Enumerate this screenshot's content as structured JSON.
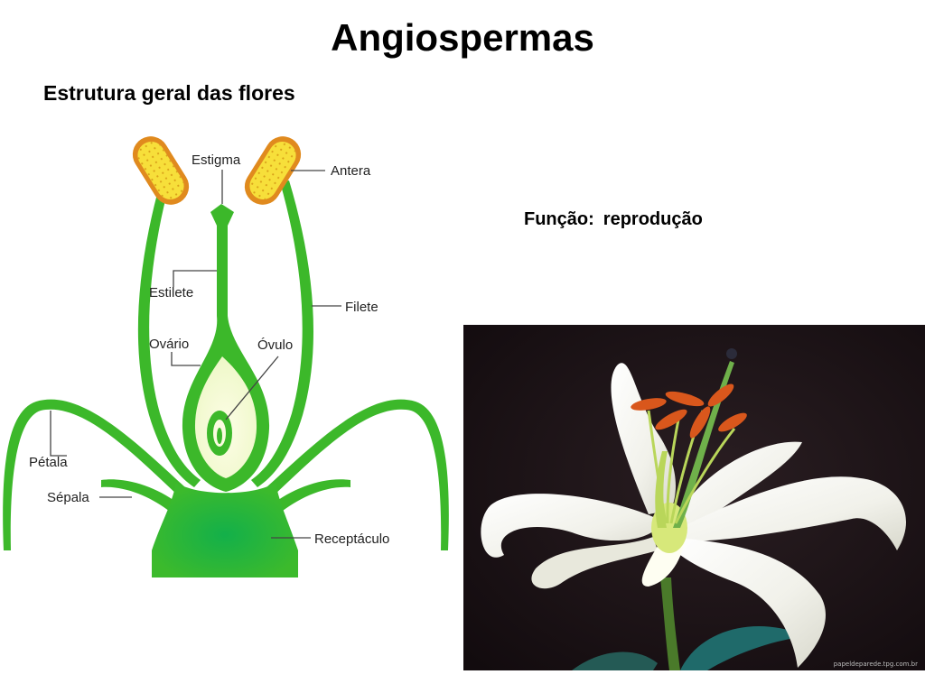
{
  "slide": {
    "title": "Angiospermas",
    "subtitle": "Estrutura geral das flores",
    "function_label": "Função:",
    "function_value": "reprodução"
  },
  "diagram": {
    "labels": {
      "estigma": "Estigma",
      "antera": "Antera",
      "estilete": "Estilete",
      "filete": "Filete",
      "ovario": "Ovário",
      "ovulo": "Óvulo",
      "petala": "Pétala",
      "sepala": "Sépala",
      "receptaculo": "Receptáculo"
    },
    "colors": {
      "green": "#2ca02c",
      "green_light": "#7fd848",
      "anther_fill": "#f7df3a",
      "anther_border": "#e08a1e"
    }
  },
  "photo": {
    "subject": "white lily flower on dark background",
    "credit": "papeldeparede.tpg.com.br"
  }
}
